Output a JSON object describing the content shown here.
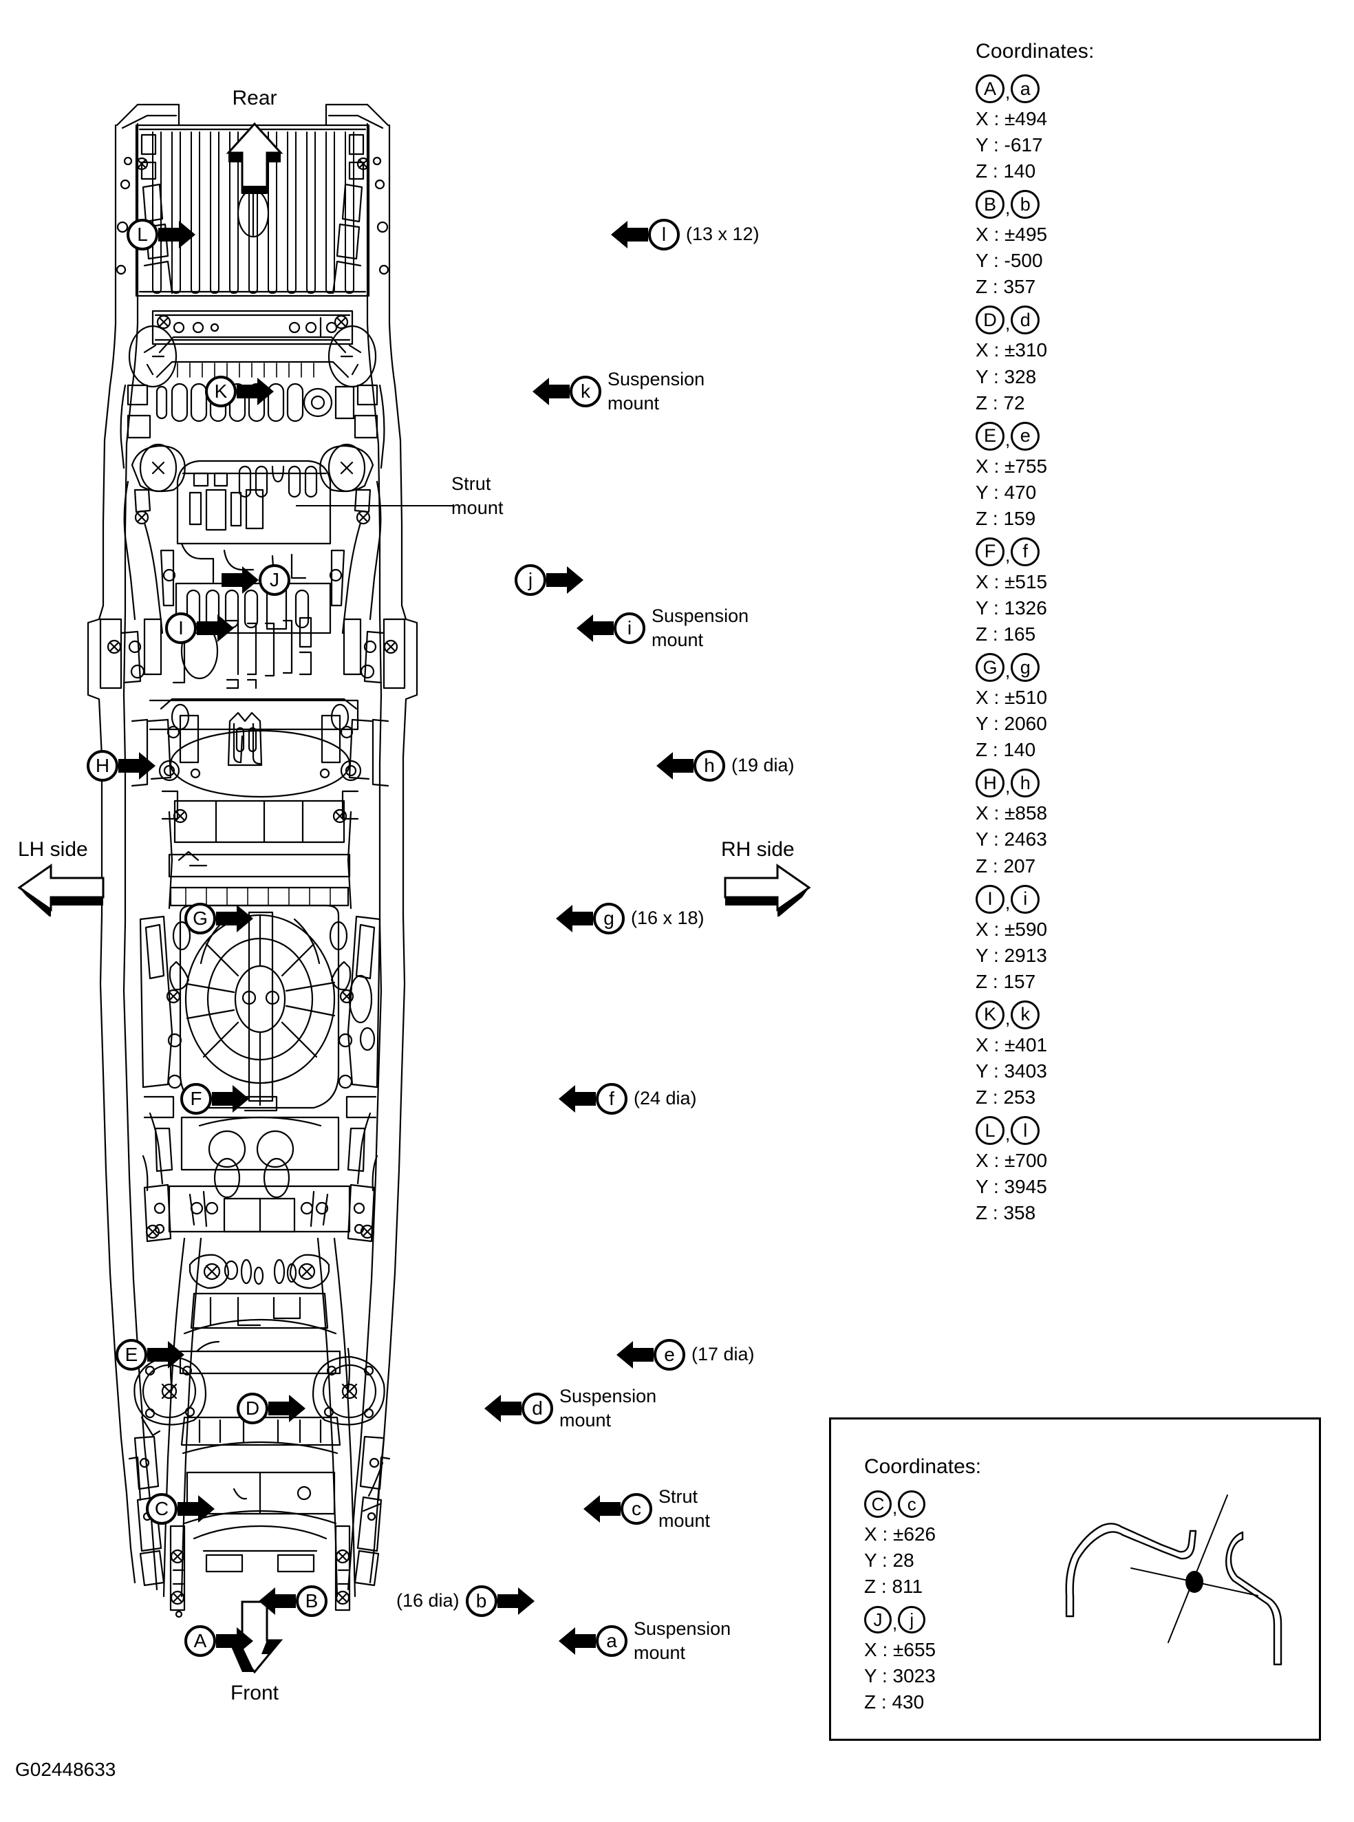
{
  "figure": {
    "id": "G02448633",
    "direction_rear": "Rear",
    "direction_front": "Front",
    "direction_lh": "LH side",
    "direction_rh": "RH side"
  },
  "coordinates_panel": {
    "title": "Coordinates:",
    "groups": [
      {
        "upper": "A",
        "lower": "a",
        "x": "X : ±494",
        "y": "Y : -617",
        "z": "Z : 140"
      },
      {
        "upper": "B",
        "lower": "b",
        "x": "X : ±495",
        "y": "Y : -500",
        "z": "Z : 357"
      },
      {
        "upper": "D",
        "lower": "d",
        "x": "X : ±310",
        "y": "Y : 328",
        "z": "Z : 72"
      },
      {
        "upper": "E",
        "lower": "e",
        "x": "X : ±755",
        "y": "Y : 470",
        "z": "Z : 159"
      },
      {
        "upper": "F",
        "lower": "f",
        "x": "X : ±515",
        "y": "Y : 1326",
        "z": "Z : 165"
      },
      {
        "upper": "G",
        "lower": "g",
        "x": "X : ±510",
        "y": "Y : 2060",
        "z": "Z : 140"
      },
      {
        "upper": "H",
        "lower": "h",
        "x": "X : ±858",
        "y": "Y : 2463",
        "z": "Z : 207"
      },
      {
        "upper": "I",
        "lower": "i",
        "x": "X : ±590",
        "y": "Y : 2913",
        "z": "Z : 157"
      },
      {
        "upper": "K",
        "lower": "k",
        "x": "X : ±401",
        "y": "Y : 3403",
        "z": "Z : 253"
      },
      {
        "upper": "L",
        "lower": "l",
        "x": "X : ±700",
        "y": "Y : 3945",
        "z": "Z : 358"
      }
    ]
  },
  "inset_panel": {
    "title": "Coordinates:",
    "groups": [
      {
        "upper": "C",
        "lower": "c",
        "x": "X : ±626",
        "y": "Y : 28",
        "z": "Z : 811"
      },
      {
        "upper": "J",
        "lower": "j",
        "x": "X : ±655",
        "y": "Y : 3023",
        "z": "Z : 430"
      }
    ]
  },
  "markers": {
    "L": {
      "label": "L",
      "note": ""
    },
    "l": {
      "label": "l",
      "note": "(13 x 12)"
    },
    "K": {
      "label": "K",
      "note": ""
    },
    "k": {
      "label": "k",
      "note": "Suspension\nmount"
    },
    "J": {
      "label": "J",
      "note": ""
    },
    "j": {
      "label": "j",
      "note": ""
    },
    "strut_mount_upper": "Strut\nmount",
    "I": {
      "label": "I",
      "note": ""
    },
    "i": {
      "label": "i",
      "note": "Suspension\nmount"
    },
    "H": {
      "label": "H",
      "note": ""
    },
    "h": {
      "label": "h",
      "note": "(19 dia)"
    },
    "G": {
      "label": "G",
      "note": ""
    },
    "g": {
      "label": "g",
      "note": "(16 x 18)"
    },
    "F": {
      "label": "F",
      "note": ""
    },
    "f": {
      "label": "f",
      "note": "(24 dia)"
    },
    "E": {
      "label": "E",
      "note": ""
    },
    "e": {
      "label": "e",
      "note": "(17 dia)"
    },
    "D": {
      "label": "D",
      "note": ""
    },
    "d": {
      "label": "d",
      "note": "Suspension\nmount"
    },
    "C": {
      "label": "C",
      "note": ""
    },
    "c": {
      "label": "c",
      "note": "Strut\nmount"
    },
    "B": {
      "label": "B",
      "note": ""
    },
    "b": {
      "label": "b",
      "note": "(16 dia)"
    },
    "A": {
      "label": "A",
      "note": ""
    },
    "a": {
      "label": "a",
      "note": "Suspension\nmount"
    }
  },
  "colors": {
    "line": "#000000",
    "background": "#ffffff"
  }
}
